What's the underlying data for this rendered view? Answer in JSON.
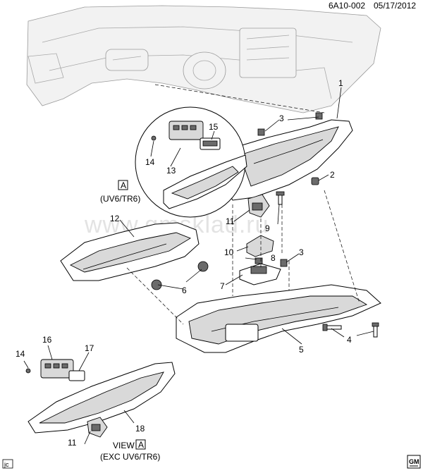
{
  "header": {
    "ref": "6A10-002",
    "date": "05/17/2012"
  },
  "watermark": "www.gmsklad.ru",
  "variant_box_letter": "A",
  "variant_code": "(UV6/TR6)",
  "view_label": {
    "view": "VIEW",
    "letter": "A",
    "note": "(EXC UV6/TR6)"
  },
  "corner_tag": "jc",
  "logo_text": "GM",
  "callouts": [
    "1",
    "2",
    "3",
    "3",
    "4",
    "5",
    "6",
    "7",
    "8",
    "9",
    "10",
    "11",
    "11",
    "12",
    "13",
    "14",
    "14",
    "15",
    "16",
    "17",
    "18"
  ]
}
